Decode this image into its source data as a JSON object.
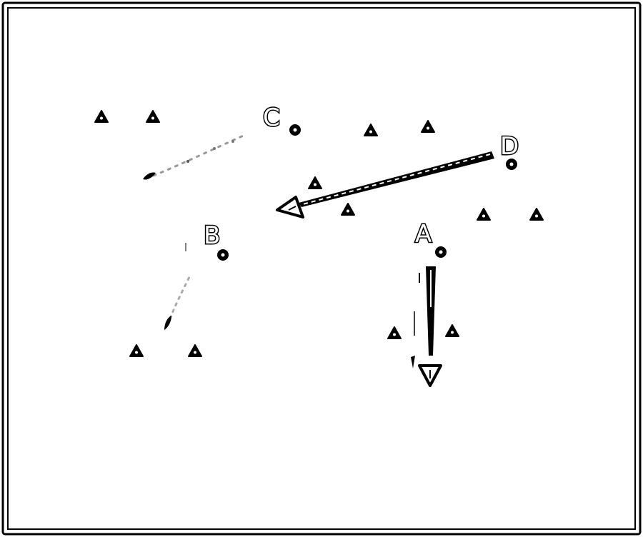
{
  "diagram": {
    "labels": {
      "a": "A",
      "b": "B",
      "c": "C",
      "d": "D"
    },
    "colors": {
      "ink": "#000000",
      "paper": "#ffffff",
      "faint": "#bbbbbb"
    },
    "icons": {
      "marker": "triangle-marker-icon",
      "point": "circle-point-icon",
      "arrow": "arrow-icon"
    }
  }
}
